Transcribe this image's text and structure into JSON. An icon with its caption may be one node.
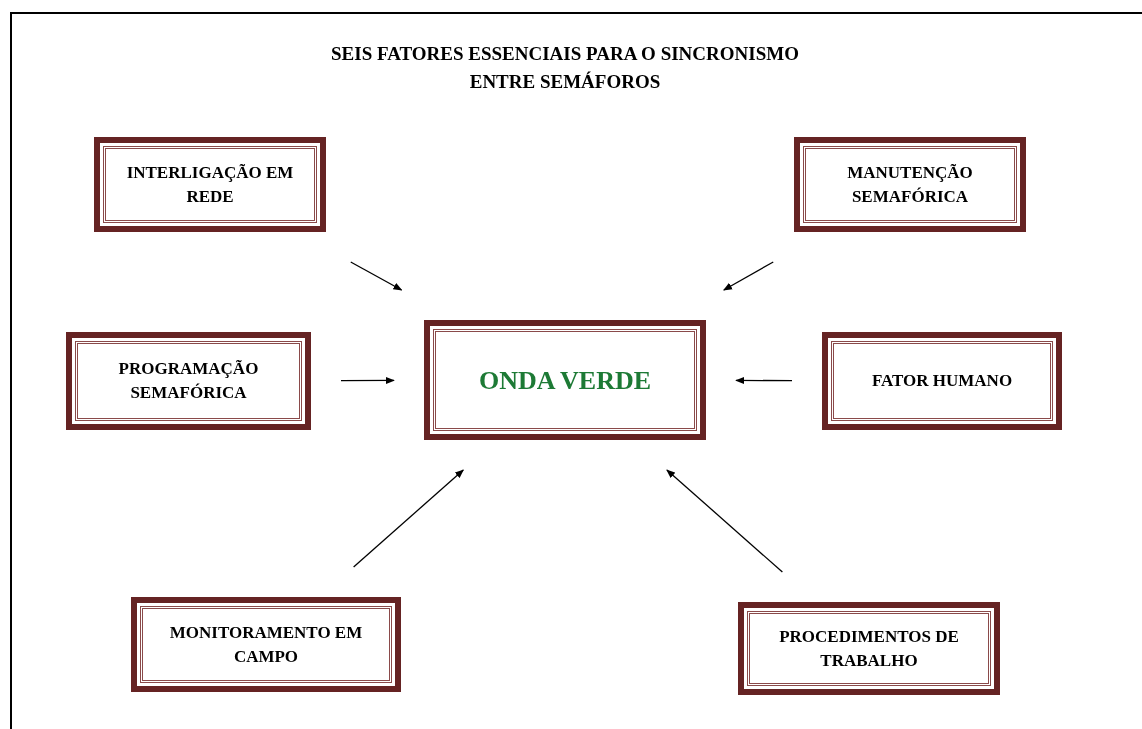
{
  "diagram": {
    "title": "SEIS FATORES ESSENCIAIS PARA O SINCRONISMO ENTRE SEMÁFOROS",
    "nodes": [
      {
        "text": [
          "INTERLIGAÇÃO EM REDE"
        ]
      },
      {
        "text": [
          "MANUTENÇÃO SEMAFÓRICA"
        ]
      },
      {
        "text": [
          "PROGRAMAÇÃO SEMAFÓRICA"
        ]
      },
      {
        "text": [
          "ONDA VERDE"
        ]
      },
      {
        "text": [
          "FATOR HUMANO"
        ]
      },
      {
        "text": [
          "MONITORAMENTO EM CAMPO"
        ]
      },
      {
        "text": [
          "PROCEDIMENTOS DE TRABALHO"
        ]
      }
    ],
    "edges": [
      {
        "from": 0,
        "to": 3,
        "arrow": "to"
      },
      {
        "from": 1,
        "to": 3,
        "arrow": "to"
      },
      {
        "from": 2,
        "to": 3,
        "arrow": "to"
      },
      {
        "from": 4,
        "to": 3,
        "arrow": "to"
      },
      {
        "from": 5,
        "to": 3,
        "arrow": "to"
      },
      {
        "from": 6,
        "to": 3,
        "arrow": "to"
      }
    ]
  }
}
